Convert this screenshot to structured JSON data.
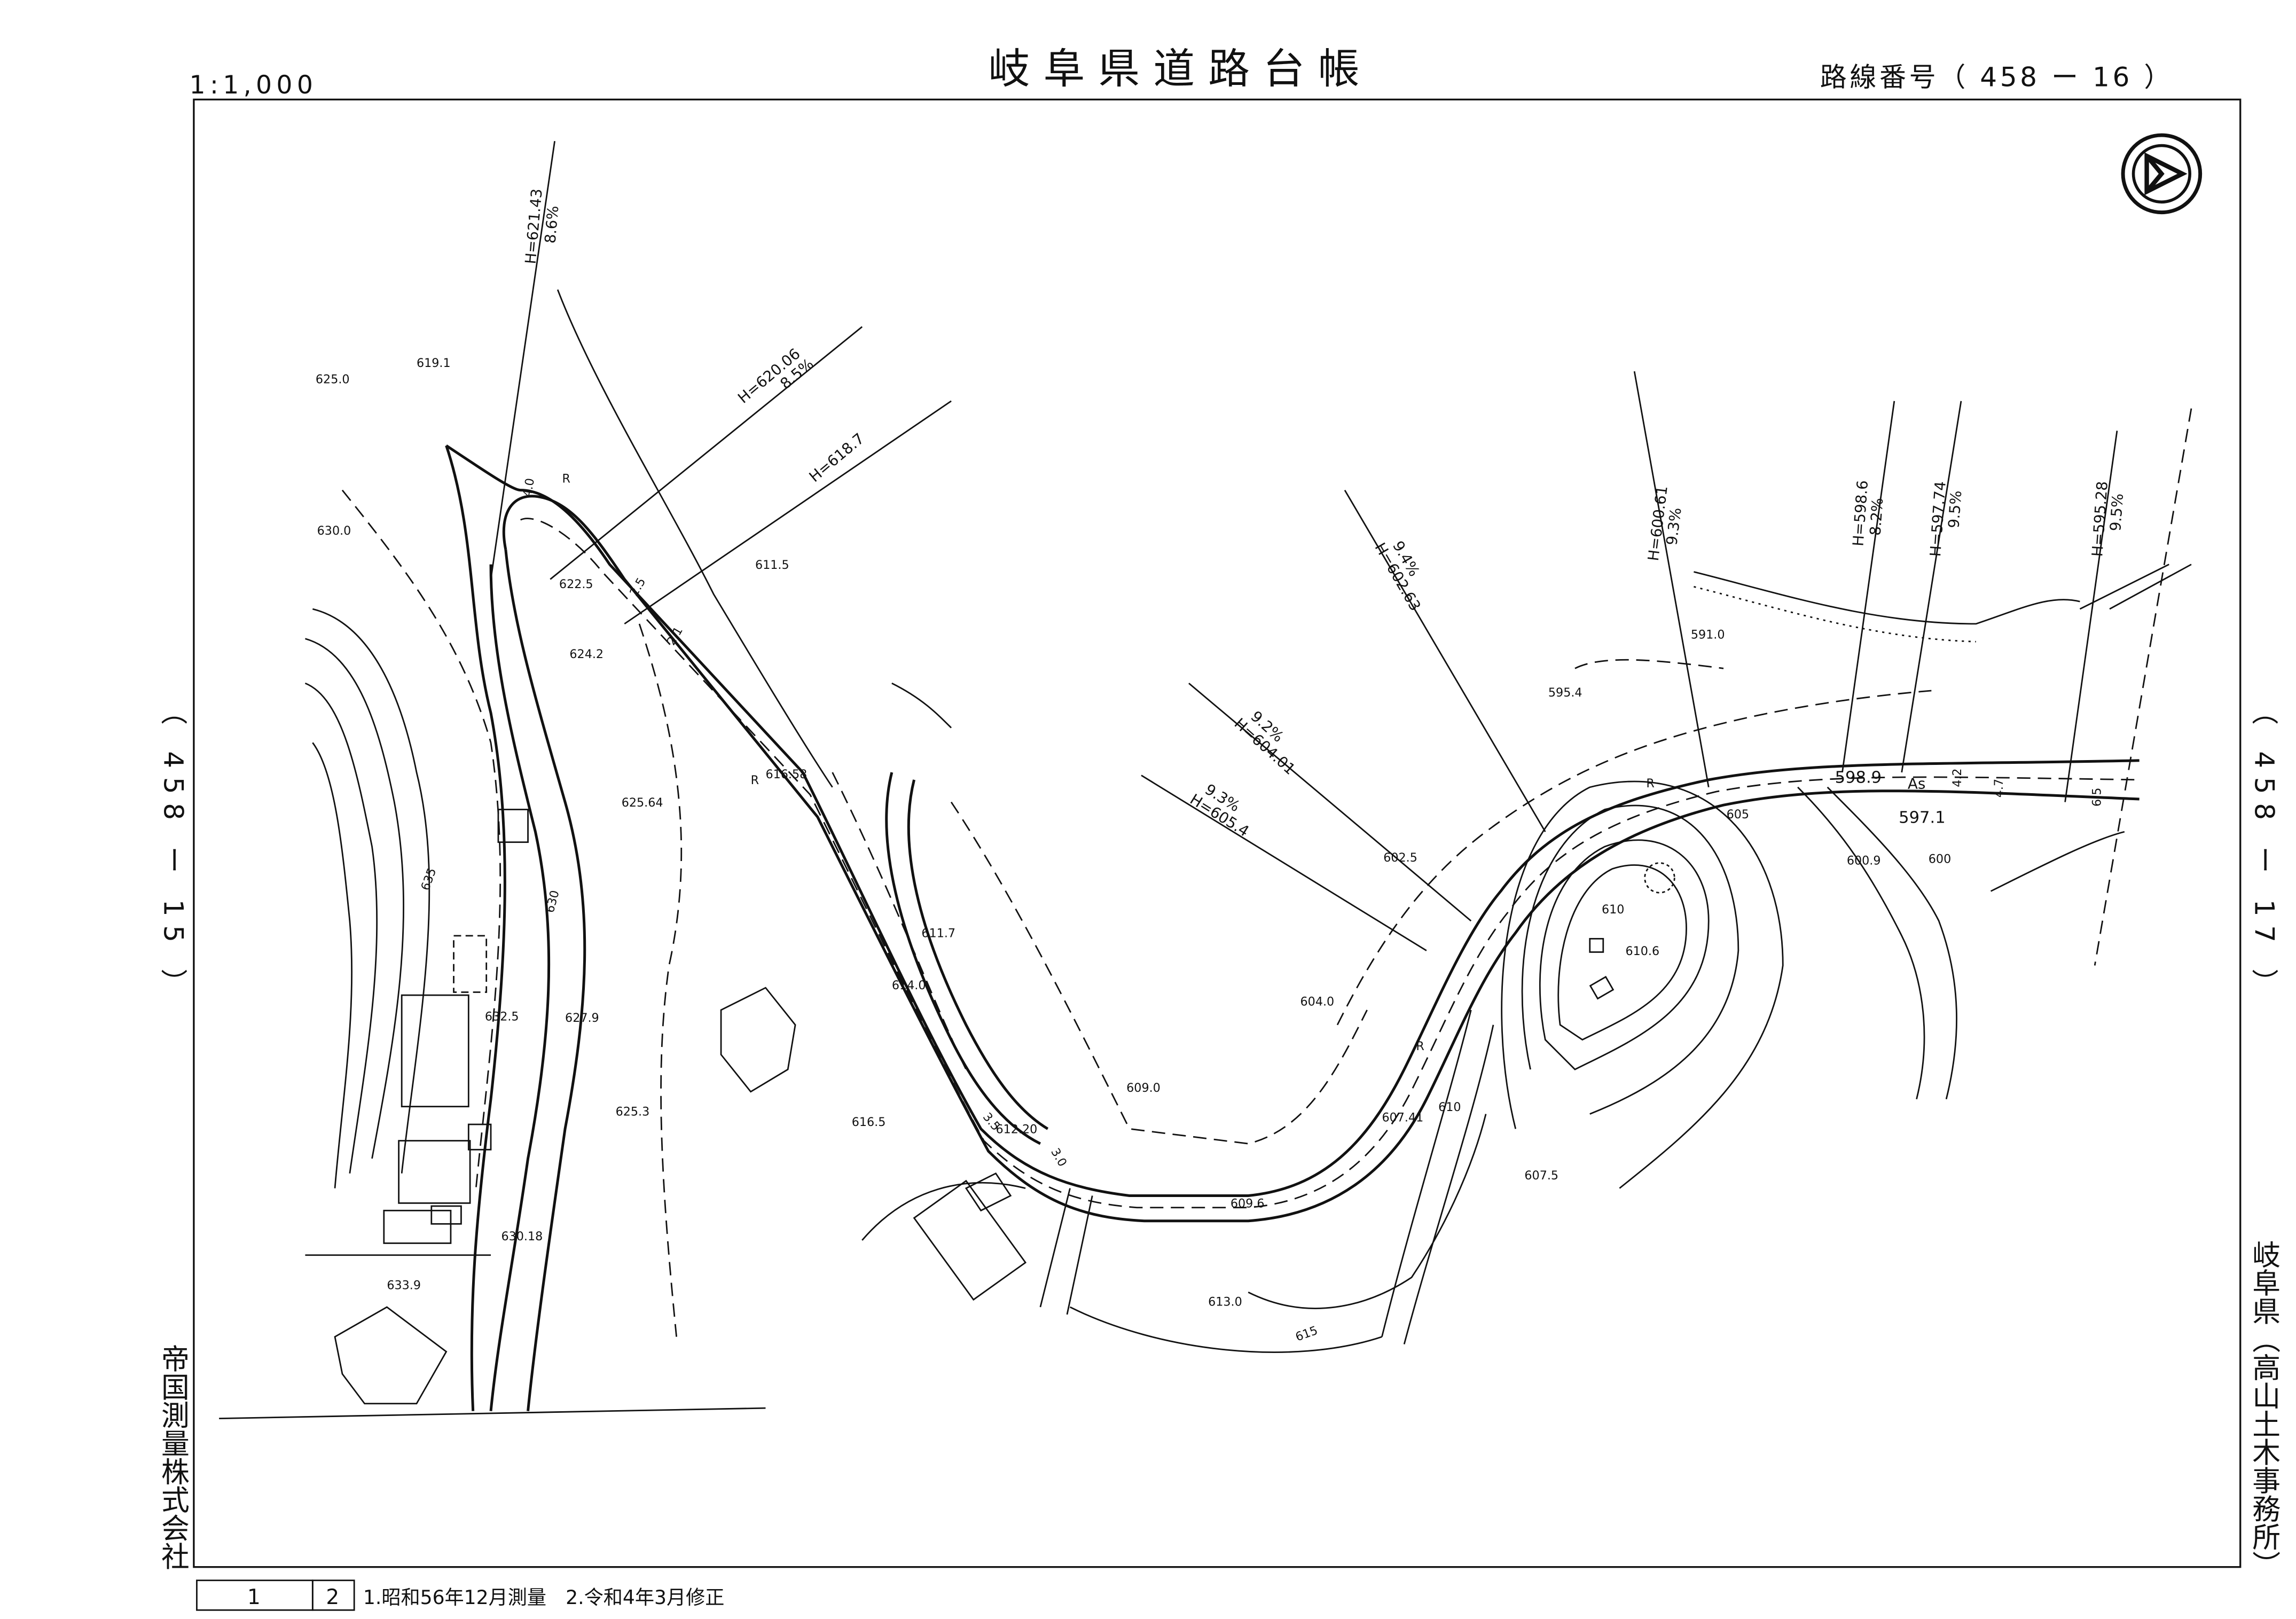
{
  "header": {
    "scale": "1:1,000",
    "title": "岐阜県道路台帳",
    "route_number": "路線番号（ 458 ー 16 ）"
  },
  "adjacent_sheets": {
    "left": "（ 458 ー 15 ）",
    "right": "（ 458 ー 17 ）"
  },
  "side_labels": {
    "surveyor": "帝国測量株式会社",
    "office": "岐阜県（高山土木事務所）"
  },
  "footer": {
    "box1": "1",
    "box2": "2",
    "history": "1.昭和56年12月測量　2.令和4年3月修正"
  },
  "north_arrow": "north-arrow-icon",
  "profile_marks": [
    {
      "h": "H=621.43",
      "grade": "8.6%"
    },
    {
      "h": "H=620.06",
      "grade": "8.5%"
    },
    {
      "h": "H=618.7",
      "grade": ""
    },
    {
      "h": "H=602.63",
      "grade": "9.4%"
    },
    {
      "h": "H=604.01",
      "grade": "9.2%"
    },
    {
      "h": "H=605.4",
      "grade": "9.3%"
    },
    {
      "h": "H=600.61",
      "grade": "9.3%"
    },
    {
      "h": "H=598.6",
      "grade": "8.2%"
    },
    {
      "h": "H=597.74",
      "grade": "9.5%"
    },
    {
      "h": "H=595.28",
      "grade": "9.5%"
    }
  ],
  "spot_heights": [
    "619.1",
    "625.0",
    "630.0",
    "622.5",
    "611.5",
    "624.2",
    "616.58",
    "625.64",
    "611.7",
    "614.0",
    "632.5",
    "627.9",
    "625.3",
    "616.5",
    "612.20",
    "609.0",
    "604.0",
    "607.41",
    "609.6",
    "613.0",
    "607.5",
    "602.5",
    "595.4",
    "591.0",
    "600.9",
    "610.6",
    "630.18",
    "633.9",
    "598.9",
    "597.1"
  ],
  "contour_labels": [
    "635",
    "630",
    "605",
    "600",
    "610",
    "610",
    "615"
  ],
  "road_marks": {
    "surface": "As",
    "widths": [
      "4.0",
      "2.5",
      "2.1",
      "3.5",
      "3.0",
      "4.2",
      "4.7",
      "6.5"
    ],
    "curve": [
      "R",
      "R",
      "R",
      "R"
    ]
  }
}
